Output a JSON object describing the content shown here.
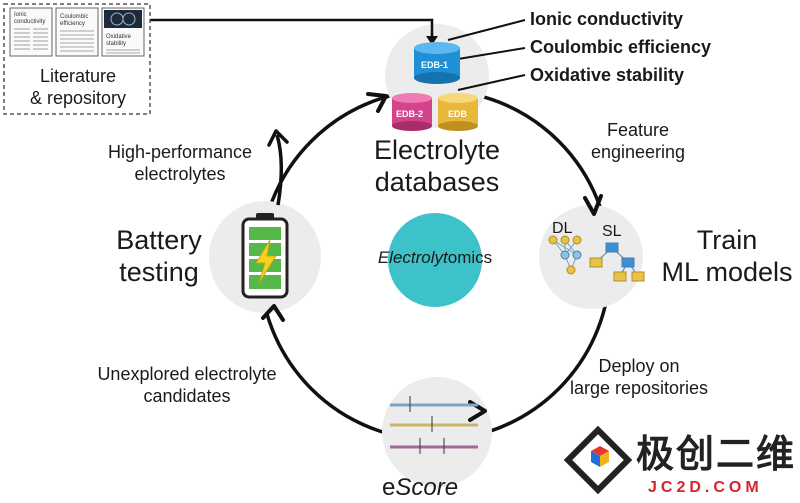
{
  "literature": {
    "title_line1": "Literature",
    "title_line2": "& repository",
    "doc1_text1": "Ionic",
    "doc1_text2": "conductivity",
    "doc2_text1": "Coulombic",
    "doc2_text2": "efficiency",
    "doc3_text1": "Oxidative",
    "doc3_text2": "stability"
  },
  "databases": {
    "label_line1": "Electrolyte",
    "label_line2": "databases",
    "cylinders": [
      "EDB-1",
      "EDB-2",
      "EDB"
    ],
    "properties": [
      "Ionic conductivity",
      "Coulombic efficiency",
      "Oxidative stability"
    ]
  },
  "feature_engineering": {
    "line1": "Feature",
    "line2": "engineering"
  },
  "train": {
    "line1": "Train",
    "line2": "ML models",
    "dl_label": "DL",
    "sl_label": "SL"
  },
  "deploy": {
    "line1": "Deploy on",
    "line2": "large repositories"
  },
  "escore": {
    "prefix": "e",
    "suffix": "Score"
  },
  "unexplored": {
    "line1": "Unexplored electrolyte",
    "line2": "candidates"
  },
  "battery": {
    "line1": "Battery",
    "line2": "testing"
  },
  "high_performance": {
    "line1": "High-performance",
    "line2": "electrolytes"
  },
  "center": {
    "italic_part": "Electrolyt",
    "rest_part": "omics"
  },
  "watermark": {
    "chinese": "极创二维",
    "latin": "JC2D.COM"
  },
  "colors": {
    "teal": "#3cc2c8",
    "db_blue": "#1f8fd6",
    "db_pink": "#d4438c",
    "db_yellow": "#e8b83a",
    "battery_green": "#57b84a",
    "bolt": "#f4d21c",
    "circle_bg": "#ececec"
  }
}
